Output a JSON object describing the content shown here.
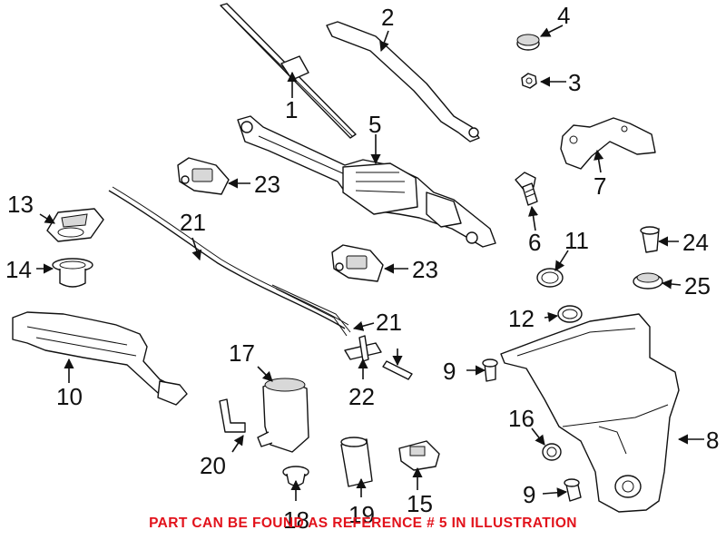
{
  "callouts": {
    "c1": "1",
    "c2": "2",
    "c3": "3",
    "c4": "4",
    "c5": "5",
    "c6": "6",
    "c7": "7",
    "c8": "8",
    "c9a": "9",
    "c9b": "9",
    "c10": "10",
    "c11": "11",
    "c12": "12",
    "c13": "13",
    "c14": "14",
    "c15": "15",
    "c16": "16",
    "c17": "17",
    "c18": "18",
    "c19": "19",
    "c20": "20",
    "c21a": "21",
    "c21b": "21",
    "c22": "22",
    "c23a": "23",
    "c23b": "23",
    "c24": "24",
    "c25": "25"
  },
  "notice": "PART CAN BE FOUND AS REFERENCE # 5 IN ILLUSTRATION",
  "colors": {
    "notice": "#e2121b",
    "line": "#111111"
  }
}
